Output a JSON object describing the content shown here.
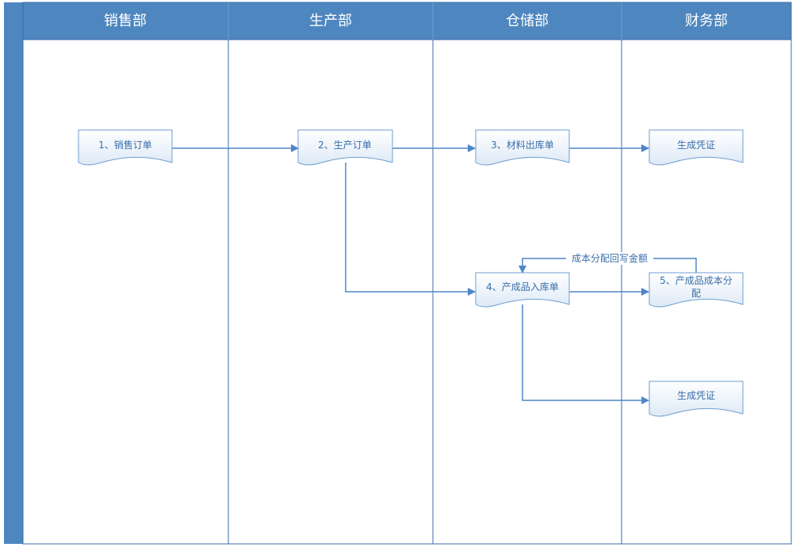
{
  "lanes": [
    {
      "title": "销售部"
    },
    {
      "title": "生产部"
    },
    {
      "title": "仓储部"
    },
    {
      "title": "财务部"
    }
  ],
  "nodes": {
    "sales_order": {
      "label": "1、销售订单"
    },
    "production_order": {
      "label": "2、生产订单"
    },
    "material_issue": {
      "label": "3、材料出库单"
    },
    "voucher_1": {
      "label": "生成凭证"
    },
    "finished_goods_receipt": {
      "label": "4、产成品入库单"
    },
    "cost_allocation": {
      "line1": "5、产成品成本分",
      "line2": "配"
    },
    "voucher_2": {
      "label": "生成凭证"
    }
  },
  "edges": {
    "writeback_label": "成本分配回写金额"
  },
  "colors": {
    "header_fill": "#4e86bf",
    "header_border": "#3a6ea8",
    "lane_line": "#3a6ea8",
    "doc_stroke": "#6e9ed0",
    "doc_fill_top": "#ffffff",
    "doc_fill_bottom": "#dfeaf6",
    "arrow": "#4e86c6"
  }
}
